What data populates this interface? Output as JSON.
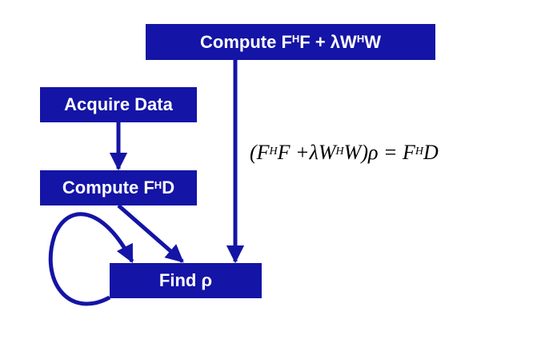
{
  "diagram": {
    "top_box": {
      "prefix": "Compute F",
      "sup1": "H",
      "mid": "F + λW",
      "sup2": "H",
      "suffix": "W"
    },
    "acquire_box": {
      "label": "Acquire Data"
    },
    "compute_fd_box": {
      "prefix": "Compute F",
      "sup": "H",
      "suffix": "D"
    },
    "find_box": {
      "label": "Find ρ"
    },
    "equation": {
      "open": "(F",
      "sup1": "H",
      "p2": "F +λW",
      "sup2": "H",
      "p3": "W)ρ = F",
      "sup3": "H",
      "p4": "D"
    },
    "colors": {
      "box": "#1414a6",
      "arrow": "#1414a6",
      "text": "#ffffff"
    }
  }
}
